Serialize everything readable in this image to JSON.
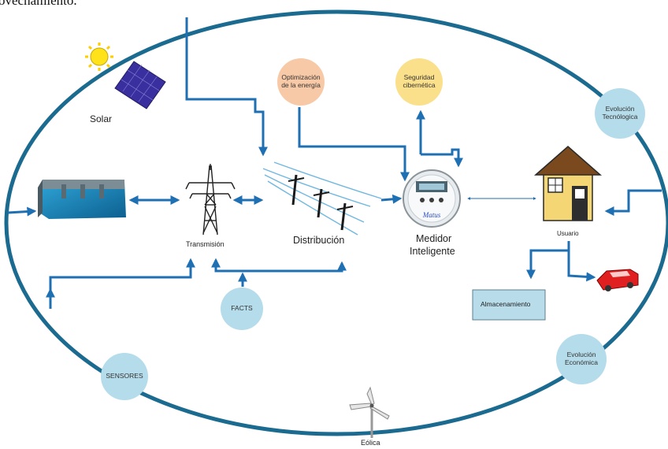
{
  "header_fragment": "ovechamiento.",
  "nodes": {
    "solar": "Solar",
    "transmision": "Transmisión",
    "distribucion": "Distribución",
    "medidor": [
      "Medidor",
      "Inteligente"
    ],
    "meter_brand": "Matus",
    "usuario": "Usuario",
    "almacenamiento": "Almacenamiento",
    "eolica": "Eólica"
  },
  "circles": {
    "optimizacion": [
      "Optimización",
      "de la energía"
    ],
    "seguridad": [
      "Seguridad",
      "cibernética"
    ],
    "evol_tec": [
      "Evolución",
      "Tecnólogica"
    ],
    "facts": [
      "FACTS"
    ],
    "sensores": [
      "SENSORES"
    ],
    "evol_eco": [
      "Evolución",
      "Económica"
    ]
  },
  "colors": {
    "arrow": "#1f6fb3",
    "ellipse": "#1b6a8f",
    "orange_circle": "#f8c9a6",
    "yellow_circle": "#fbe08c",
    "blue_circle": "#b5dcea",
    "storage_box": "#b8dcea",
    "house_wall": "#f4d774",
    "roof": "#7a4a1e",
    "car": "#e02020"
  }
}
